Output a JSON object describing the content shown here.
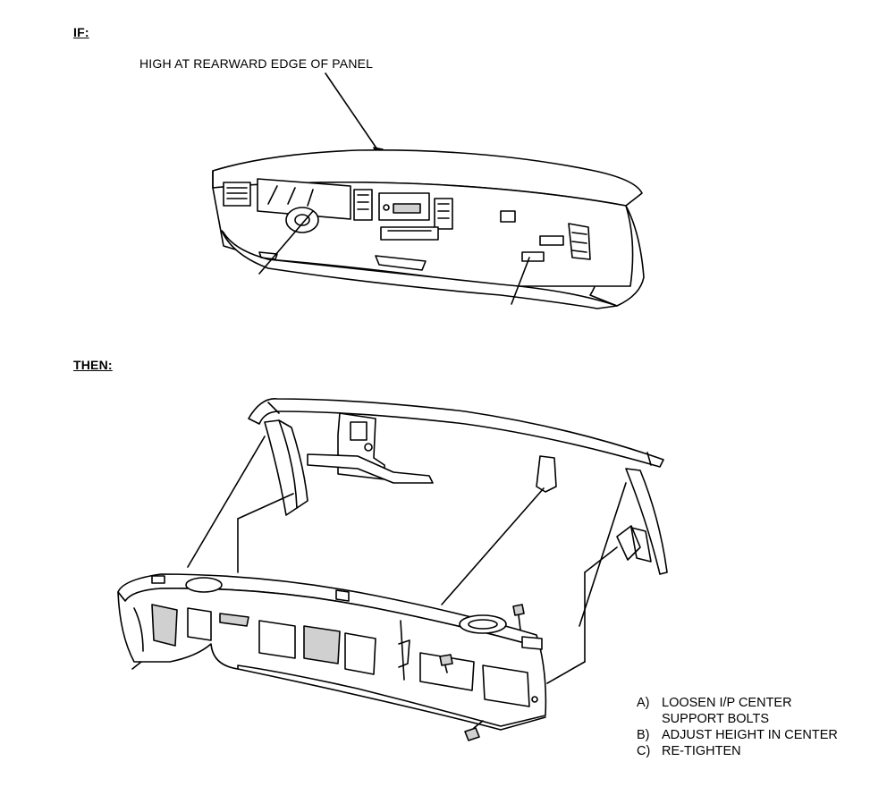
{
  "headings": {
    "if_label": "IF:",
    "then_label": "THEN:"
  },
  "callout": {
    "text": "HIGH AT REARWARD EDGE OF PANEL"
  },
  "steps": [
    {
      "key": "A)",
      "lines": [
        "LOOSEN I/P CENTER",
        "SUPPORT BOLTS"
      ]
    },
    {
      "key": "B)",
      "lines": [
        "ADJUST HEIGHT IN CENTER"
      ]
    },
    {
      "key": "C)",
      "lines": [
        "RE-TIGHTEN"
      ]
    }
  ],
  "colors": {
    "ink": "#000000",
    "paper": "#ffffff",
    "shade": "#d0d0d0"
  }
}
